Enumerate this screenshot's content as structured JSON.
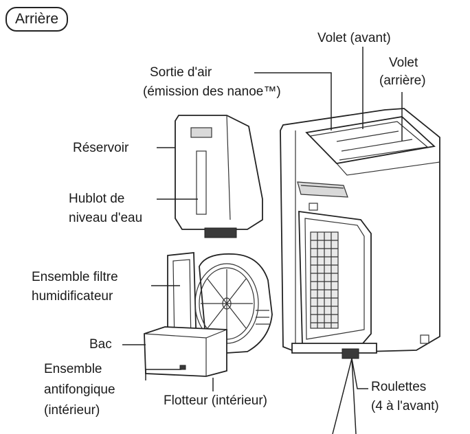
{
  "title": "Arrière",
  "labels": {
    "volet_avant": "Volet (avant)",
    "sortie_air_1": "Sortie d'air",
    "sortie_air_2": "(émission des nanoe™)",
    "volet_arriere_1": "Volet",
    "volet_arriere_2": "(arrière)",
    "reservoir": "Réservoir",
    "hublot_1": "Hublot de",
    "hublot_2": "niveau d'eau",
    "ensemble_filtre_1": "Ensemble filtre",
    "ensemble_filtre_2": "humidificateur",
    "bac": "Bac",
    "antifongique_1": "Ensemble",
    "antifongique_2": "antifongique",
    "antifongique_3": "(intérieur)",
    "flotteur": "Flotteur (intérieur)",
    "roulettes_1": "Roulettes",
    "roulettes_2": "(4 à l'avant)"
  }
}
